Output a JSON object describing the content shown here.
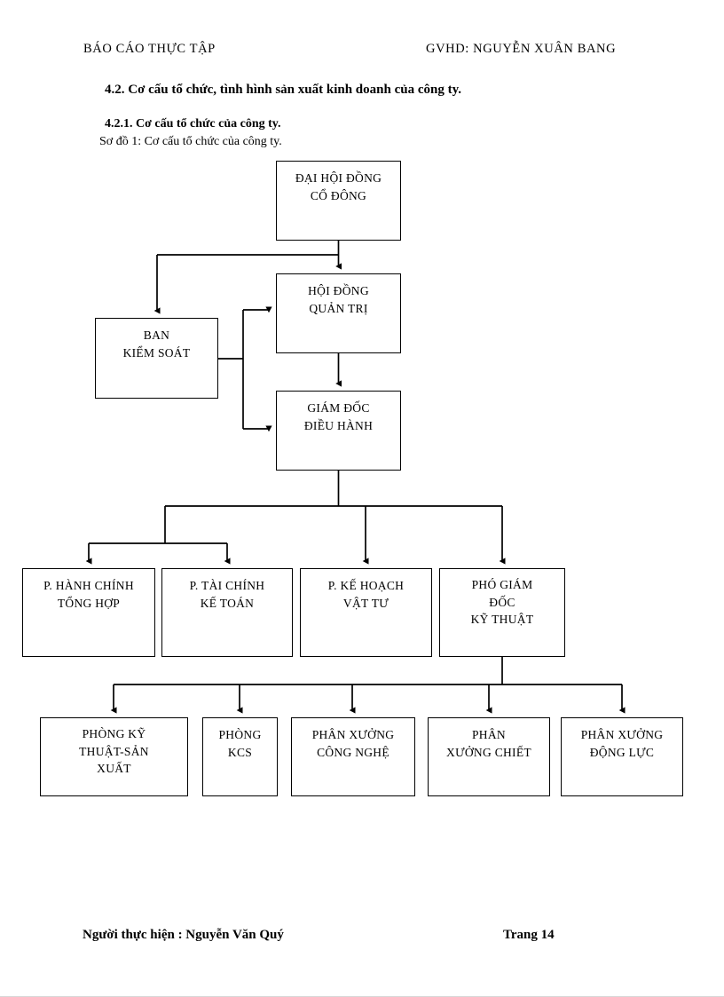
{
  "document": {
    "header": {
      "left": "BÁO CÁO THỰC TẬP",
      "right": "GVHD:  NGUYỄN XUÂN BANG"
    },
    "section_heading": "4.2. Cơ cấu tổ chức, tình hình sản xuất kinh doanh của công ty.",
    "subsection_heading": "4.2.1. Cơ cấu tổ chức của công ty.",
    "figure_caption": "Sơ đồ 1: Cơ cấu tổ chức của  công ty.",
    "footer": {
      "left": "Người thực hiện : Nguyễn Văn Quý",
      "right": "Trang  14"
    }
  },
  "org_chart": {
    "line_color": "#000000",
    "box_border_color": "#000000",
    "box_fill_color": "#ffffff",
    "nodes": [
      {
        "id": "dhdcd",
        "label": "ĐẠI HỘI ĐỒNG\nCỔ ĐÔNG",
        "level": 1
      },
      {
        "id": "hdqt",
        "label": "HỘI ĐỒNG\nQUẢN TRỊ",
        "level": 2
      },
      {
        "id": "bks",
        "label": "BAN\nKIỂM SOÁT",
        "level": 2
      },
      {
        "id": "gddh",
        "label": "GIÁM ĐỐC\nĐIỀU HÀNH",
        "level": 3
      },
      {
        "id": "phc",
        "label": "P. HÀNH CHÍNH\nTỔNG HỢP",
        "level": 4
      },
      {
        "id": "ptc",
        "label": "P. TÀI CHÍNH\nKẾ TOÁN",
        "level": 4
      },
      {
        "id": "pkh",
        "label": "P. KẾ HOẠCH\nVẬT TƯ",
        "level": 4
      },
      {
        "id": "pgd",
        "label": "PHÓ GIÁM\nĐỐC\nKỸ THUẬT",
        "level": 4
      },
      {
        "id": "pkt",
        "label": "PHÒNG KỸ\nTHUẬT-SẢN\nXUẤT",
        "level": 5
      },
      {
        "id": "kcs",
        "label": "PHÒNG\nKCS",
        "level": 5
      },
      {
        "id": "pxcn",
        "label": "PHÂN XƯỞNG\nCÔNG NGHỆ",
        "level": 5
      },
      {
        "id": "pxc",
        "label": "PHÂN\nXƯỞNG CHIẾT",
        "level": 5
      },
      {
        "id": "pxdl",
        "label": "PHÂN XƯỞNG\nĐỘNG LỰC",
        "level": 5
      }
    ]
  }
}
